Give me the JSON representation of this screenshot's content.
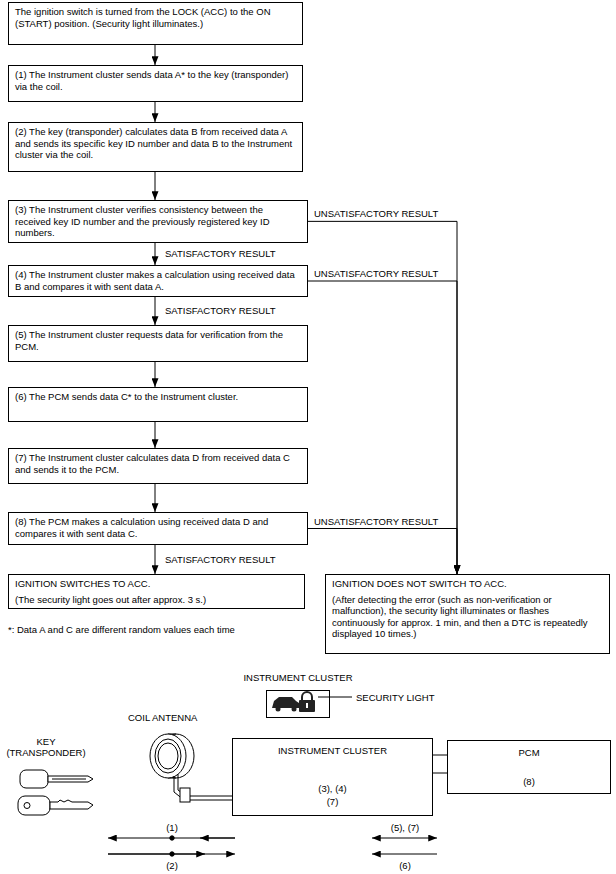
{
  "diagram": {
    "nodes": [
      {
        "text": [
          "The ignition switch is turned from the LOCK (ACC) to the ON (START) position. (Security light illuminates.)"
        ]
      },
      {
        "text": [
          "(1) The Instrument cluster sends data A* to the key (transponder) via the coil."
        ]
      },
      {
        "text": [
          "(2) The key (transponder) calculates data B from received data A and sends its specific key ID number and data B to the Instrument cluster via the coil."
        ]
      },
      {
        "text": [
          "(3) The Instrument cluster verifies consistency between the received key ID number and the previously registered key ID numbers."
        ]
      },
      {
        "text": [
          "(4) The Instrument cluster makes a calculation using received data B and compares it with sent data A."
        ]
      },
      {
        "text": [
          "(5) The Instrument cluster requests data for verification from the PCM."
        ]
      },
      {
        "text": [
          "(6) The PCM sends data C* to the Instrument cluster."
        ]
      },
      {
        "text": [
          "(7) The Instrument cluster calculates data D from received data C and sends it to the PCM."
        ]
      },
      {
        "text": [
          "(8) The PCM makes a calculation using received data D and compares it with sent data C."
        ]
      },
      {
        "text": [
          "IGNITION SWITCHES TO ACC.",
          "(The security light goes out after approx. 3 s.)"
        ]
      },
      {
        "text": [
          "IGNITION DOES NOT SWITCH TO ACC.",
          "(After detecting the error (such as non-verification or malfunction), the security light illuminates or flashes continuously for approx. 1 min, and then a DTC is repeatedly displayed 10 times.)"
        ]
      },
      {
        "text": [
          "INSTRUMENT CLUSTER"
        ]
      },
      {
        "text": [
          "INSTRUMENT CLUSTER",
          "(3), (4)",
          "(7)"
        ]
      },
      {
        "text": [
          "PCM",
          "(8)"
        ]
      }
    ],
    "edges": [
      {
        "from": 0,
        "to": 1,
        "arrow": "to"
      },
      {
        "from": 1,
        "to": 2,
        "arrow": "to"
      },
      {
        "from": 2,
        "to": 3,
        "arrow": "to"
      },
      {
        "from": 3,
        "to": 4,
        "label": "SATISFACTORY RESULT",
        "arrow": "to"
      },
      {
        "from": 4,
        "to": 5,
        "label": "SATISFACTORY RESULT",
        "arrow": "to"
      },
      {
        "from": 5,
        "to": 6,
        "arrow": "to"
      },
      {
        "from": 6,
        "to": 7,
        "arrow": "to"
      },
      {
        "from": 7,
        "to": 8,
        "arrow": "to"
      },
      {
        "from": 8,
        "to": 9,
        "label": "SATISFACTORY RESULT",
        "arrow": "to"
      },
      {
        "from": 3,
        "to": 10,
        "label": "UNSATISFACTORY RESULT",
        "arrow": "to"
      },
      {
        "from": 4,
        "to": 10,
        "label": "UNSATISFACTORY RESULT",
        "arrow": "to"
      },
      {
        "from": 8,
        "to": 10,
        "label": "UNSATISFACTORY RESULT",
        "arrow": "to"
      },
      {
        "from": 12,
        "to": 13,
        "arrow": "none"
      }
    ],
    "labels": [
      "*: Data A and C are different random values each time",
      "KEY (TRANSPONDER)",
      "COIL ANTENNA",
      "SECURITY LIGHT",
      "(1)",
      "(2)",
      "(5), (7)",
      "(6)"
    ]
  }
}
